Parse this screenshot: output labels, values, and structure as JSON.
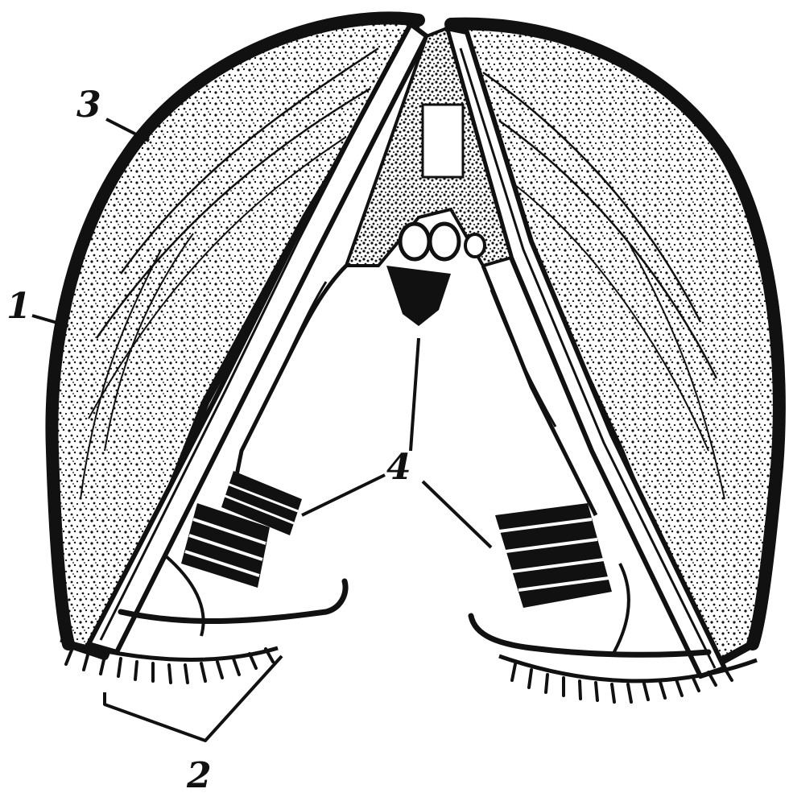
{
  "labels": {
    "one": "1",
    "two": "2",
    "three": "3",
    "four": "4"
  },
  "colors": {
    "ink": "#111111",
    "paper": "#ffffff",
    "shade": "#cfcfcf"
  }
}
